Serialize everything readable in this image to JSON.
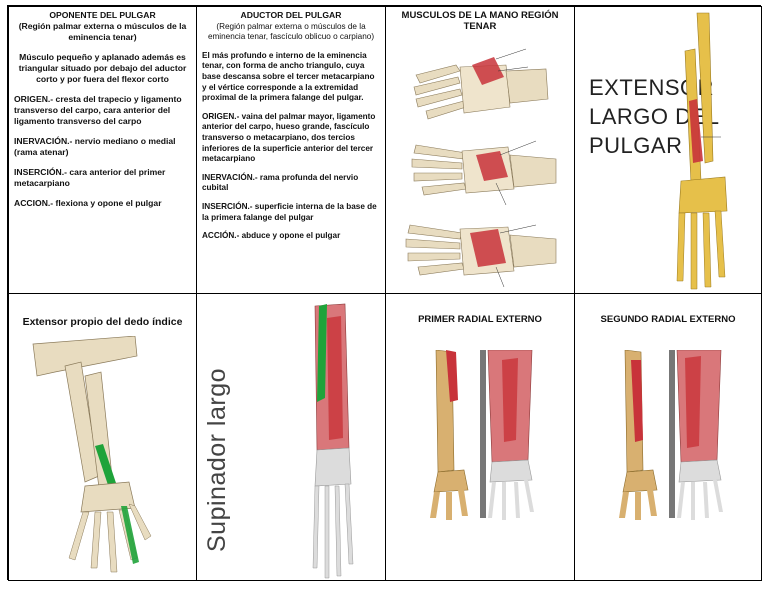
{
  "cell1": {
    "title": "OPONENTE DEL PULGAR",
    "subtitle": "(Región palmar externa o músculos de la eminencia tenar)",
    "description": "Músculo pequeño y aplanado además es triangular situado por debajo del aductor corto y por fuera del flexor corto",
    "origin": "ORIGEN.- cresta del trapecio y ligamento transverso del carpo, cara anterior del ligamento transverso del carpo",
    "innervation": "INERVACIÓN.- nervio mediano o medial  (rama atenar)",
    "insertion": "INSERCIÓN.- cara anterior del primer metacarpiano",
    "action": "ACCION.- flexiona y opone el pulgar"
  },
  "cell2": {
    "title": "ADUCTOR DEL PULGAR",
    "subtitle": "(Región palmar externa o músculos de la eminencia tenar, fascículo oblicuo o carpiano)",
    "description": "El más profundo e interno de la eminencia tenar, con forma de ancho triangulo, cuya base descansa sobre el tercer metacarpiano y el vértice corresponde a la extremidad proximal de la primera falange del pulgar.",
    "origin": "ORIGEN.- vaina del palmar mayor, ligamento anterior del carpo, hueso grande, fascículo transverso o metacarpiano, dos tercios inferiores de la superficie anterior del tercer metacarpiano",
    "innervation": "INERVACIÓN.- rama profunda del nervio cubital",
    "insertion": "INSERCIÓN.- superficie interna de la base de la primera falange del pulgar",
    "action": "ACCIÓN.- abduce y opone el pulgar"
  },
  "cell3": {
    "title": "MUSCULOS DE LA MANO REGIÓN TENAR"
  },
  "cell4": {
    "title_line1": "EXTENSOR",
    "title_line2": "LARGO DEL",
    "title_line3": "PULGAR"
  },
  "cell5": {
    "title": "Extensor propio del dedo índice"
  },
  "cell6": {
    "title": "Supinador largo"
  },
  "cell7": {
    "title": "PRIMER RADIAL EXTERNO"
  },
  "cell8": {
    "title": "SEGUNDO RADIAL EXTERNO"
  },
  "colors": {
    "muscle_red": "#c8333a",
    "muscle_green": "#1fa33a",
    "bone": "#e8dcc0",
    "bone_yellow": "#e6c04a"
  }
}
